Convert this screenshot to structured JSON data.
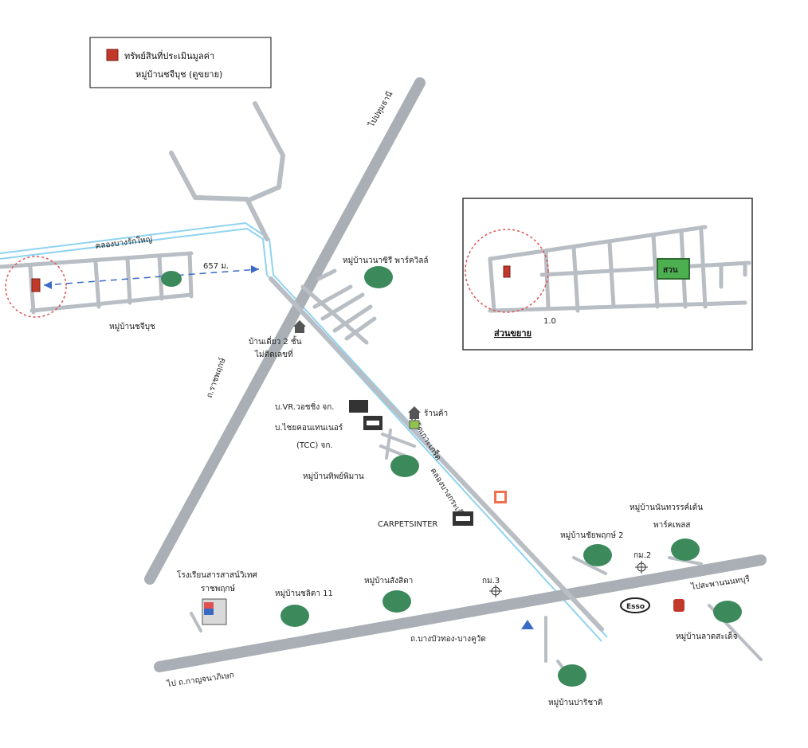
{
  "legend": {
    "line1": "ทรัพย์สินที่ประเมินมูลค่า",
    "line2": "หมู่บ้านชจีบุช (ดูขยาย)",
    "marker_color": "#c0392b"
  },
  "roads": {
    "to_pathum": "ไปปทุมธานี",
    "ratchaphruek": "ถ.ราชพฤกษ์",
    "canal": "คลองบางรักใหญ่",
    "wat_khao": "ถ.วัดเกาะเกร็ด",
    "canal2": "คลองบางกระเจ้า",
    "bang_bua_thong": "ถ.บางบัวทอง-บางคูวัด",
    "to_kanchana": "ไป ถ.กาญจนาภิเษก",
    "to_nonthaburi": "ไปสะพานนนทบุรี",
    "km2": "กม.2",
    "km3": "กม.3"
  },
  "places": {
    "village_property": "หมู่บ้านชจีบุช",
    "distance": "657 ม.",
    "village_nasiri": "หมู่บ้านวนาซิรี พาร์ควิลล์",
    "house_2floor": "บ้านเดี่ยว 2 ชั้น",
    "house_2floor_sub": "ไม่ติดเลขที่",
    "vr_co": "บ.VR.วอชชิ่ง จก.",
    "tcc_co": "บ.ไชยคอนเทนเนอร์",
    "tcc_sub": "(TCC) จก.",
    "shop": "ร้านค้า",
    "village_thip": "หมู่บ้านทิพย์พิมาน",
    "carpets": "CARPETSINTER",
    "village_chaiyaphruek2": "หมู่บ้านชัยพฤกษ์ 2",
    "village_nanthawan": "หมู่บ้านนันทวรรค์เด้น",
    "village_nanthawan_sub": "พาร์คเพลส",
    "school": "โรงเรียนสารสาสน์วิเทศ",
    "school_sub": "ราชพฤกษ์",
    "village_chalita11": "หมู่บ้านชลิตา 11",
    "village_sangsita": "หมู่บ้านสังสิตา",
    "village_parichat": "หมู่บ้านปาริชาติ",
    "village_latsadet": "หมู่บ้านลาดสะเด็จ",
    "esso": "Esso"
  },
  "inset": {
    "title": "ส่วนขยาย",
    "park": "สวน",
    "marker": "1.0"
  },
  "colors": {
    "road": "#b8bec4",
    "main_road": "#a9afb5",
    "canal": "#8fd3f0",
    "circle": "#e05050",
    "tree": "#3c8a5c",
    "park": "#4caf50"
  }
}
